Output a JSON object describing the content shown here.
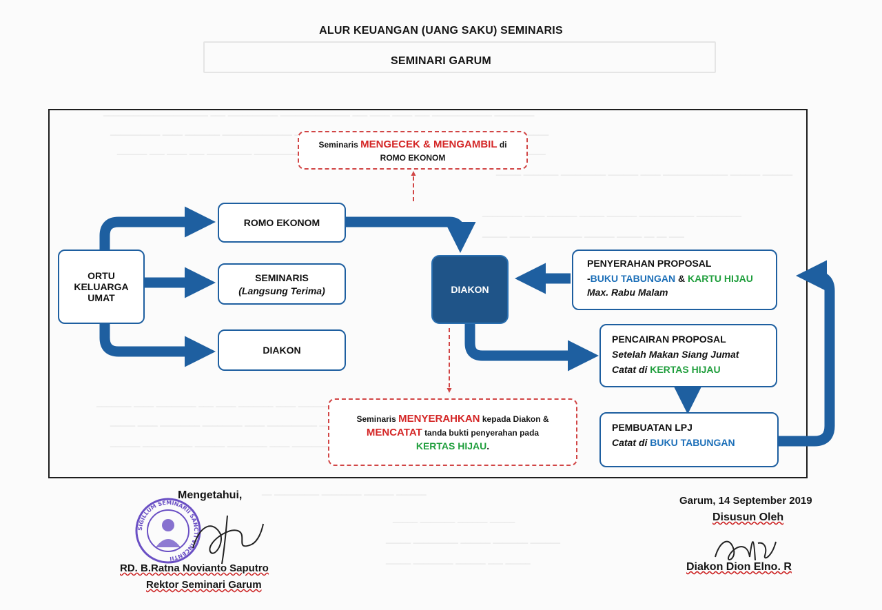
{
  "header": {
    "title": "ALUR KEUANGAN (UANG SAKU) SEMINARIS",
    "subtitle": "SEMINARI GARUM"
  },
  "nodes": {
    "romo_ekonom_check": {
      "prefix": "Seminaris",
      "action": "MENGECEK & MENGAMBIL",
      "suffix": "di",
      "line2": "ROMO EKONOM"
    },
    "ortu": {
      "line1": "ORTU",
      "line2": "KELUARGA",
      "line3": "UMAT"
    },
    "romo_ekonom": "ROMO EKONOM",
    "seminaris": {
      "line1": "SEMINARIS",
      "line2": "(Langsung Terima)"
    },
    "diakon_small": "DIAKON",
    "diakon_center": "DIAKON",
    "penyerahan": {
      "title": "PENYERAHAN PROPOSAL",
      "dash": "-",
      "item1": "BUKU TABUNGAN",
      "amp": "&",
      "item2": "KARTU HIJAU",
      "deadline": "Max. Rabu Malam"
    },
    "pencairan": {
      "title": "PENCAIRAN PROPOSAL",
      "line2": "Setelah Makan Siang Jumat",
      "line3_prefix": "Catat di",
      "line3_item": "KERTAS HIJAU"
    },
    "lpj": {
      "title": "PEMBUATAN LPJ",
      "line2_prefix": "Catat di",
      "line2_item": "BUKU TABUNGAN"
    },
    "menyerahkan": {
      "prefix": "Seminaris",
      "action1": "MENYERAHKAN",
      "mid": "kepada Diakon &",
      "action2": "MENCATAT",
      "suffix": "tanda bukti penyerahan pada",
      "item": "KERTAS HIJAU",
      "end": "."
    }
  },
  "footer": {
    "left_heading": "Mengetahui,",
    "left_name": "RD. B.Ratna Novianto Saputro",
    "left_role": "Rektor Seminari Garum",
    "right_place_date": "Garum, 14 September 2019",
    "right_heading": "Disusun Oleh",
    "right_name": "Diakon Dion Elno. R",
    "stamp_text": "SIGILLUM SEMINARII SANCTI VINCENTII"
  },
  "colors": {
    "arrow": "#1e5fa0",
    "box_border": "#1e5fa0",
    "diakon_fill": "#1f5488",
    "dashed": "#d14545",
    "stamp": "#6a4fc4"
  }
}
